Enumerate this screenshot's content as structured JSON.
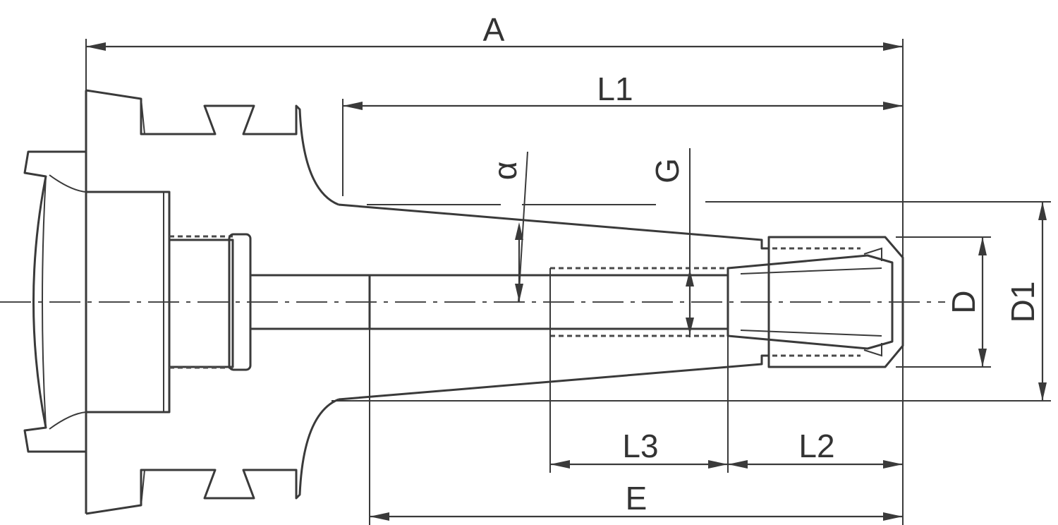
{
  "labels": {
    "A": "A",
    "L1": "L1",
    "alpha": "α",
    "G": "G",
    "D": "D",
    "D1": "D1",
    "L3": "L3",
    "L2": "L2",
    "E": "E"
  },
  "colors": {
    "line": "#3a3a3a",
    "background": "#ffffff"
  }
}
